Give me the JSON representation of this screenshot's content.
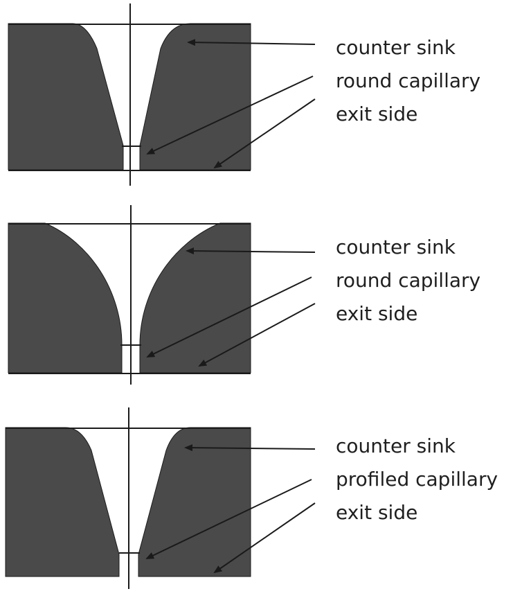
{
  "colors": {
    "body_fill": "#4a4a4a",
    "line": "#1a1a1a",
    "background": "#ffffff"
  },
  "diagrams": [
    {
      "labels": {
        "counter_sink": "counter sink",
        "capillary": "round capillary",
        "exit_side": "exit side"
      }
    },
    {
      "labels": {
        "counter_sink": "counter sink",
        "capillary": "round capillary",
        "exit_side": "exit side"
      }
    },
    {
      "labels": {
        "counter_sink": "counter sink",
        "capillary": "profiled capillary",
        "exit_side": "exit side"
      }
    }
  ]
}
